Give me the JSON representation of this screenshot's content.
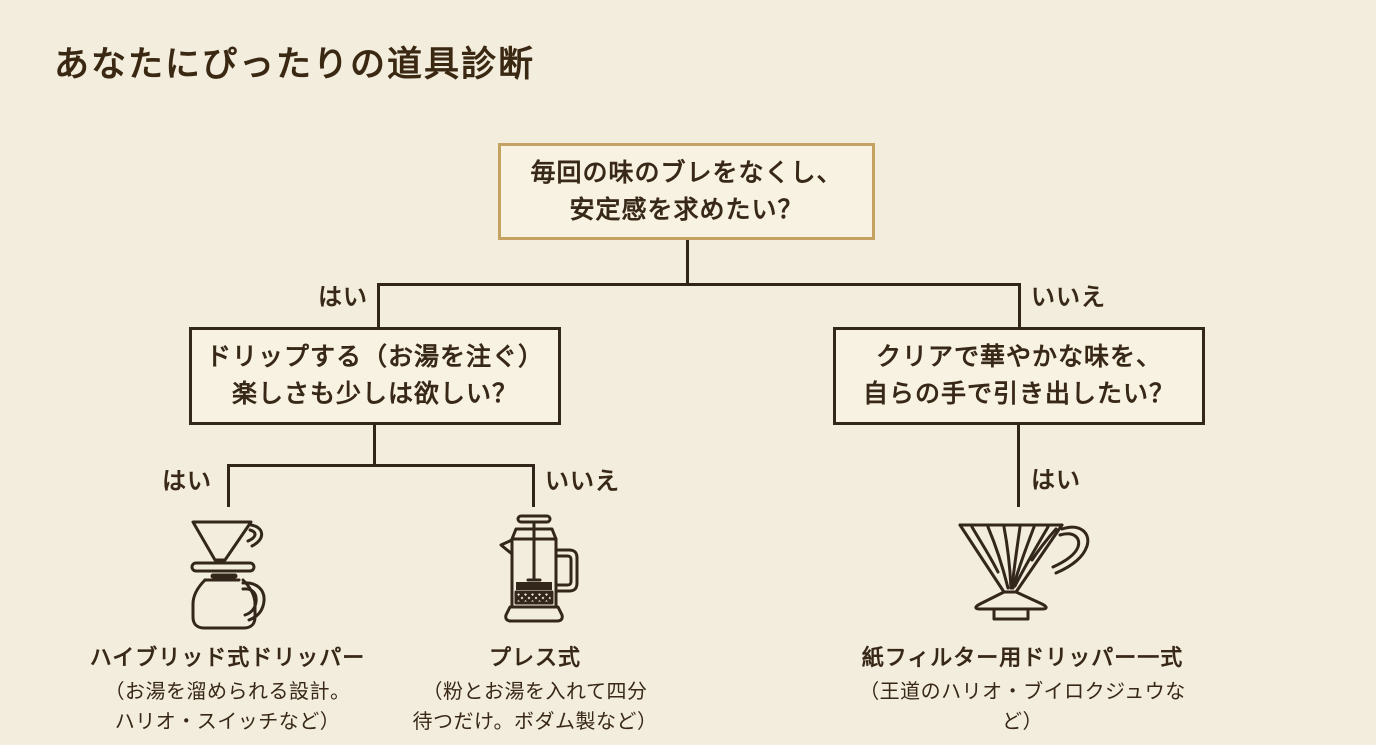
{
  "title": "あなたにぴったりの道具診断",
  "colors": {
    "background": "#f3eddd",
    "box_fill": "#f8f2e3",
    "line": "#31251a",
    "text": "#382817",
    "accent_border": "#c3a262"
  },
  "questions": {
    "root": {
      "line1": "毎回の味のブレをなくし、",
      "line2": "安定感を求めたい？"
    },
    "drip": {
      "line1": "ドリップする（お湯を注ぐ）",
      "line2": "楽しさも少しは欲しい？"
    },
    "clear": {
      "line1": "クリアで華やかな味を、",
      "line2": "自らの手で引き出したい？"
    }
  },
  "branch_labels": {
    "root_yes": "はい",
    "root_no": "いいえ",
    "drip_yes": "はい",
    "drip_no": "いいえ",
    "clear_yes": "はい"
  },
  "results": {
    "hybrid": {
      "icon": "pour-over-dripper-with-server-icon",
      "name": "ハイブリッド式ドリッパー",
      "desc1": "（お湯を溜められる設計。",
      "desc2": "ハリオ・スイッチなど）"
    },
    "press": {
      "icon": "french-press-icon",
      "name": "プレス式",
      "desc1": "（粉とお湯を入れて四分",
      "desc2": "待つだけ。ボダム製など）"
    },
    "paper": {
      "icon": "v60-cone-dripper-icon",
      "name": "紙フィルター用ドリッパー一式",
      "desc1": "（王道のハリオ・ブイロクジュウなど）"
    }
  }
}
